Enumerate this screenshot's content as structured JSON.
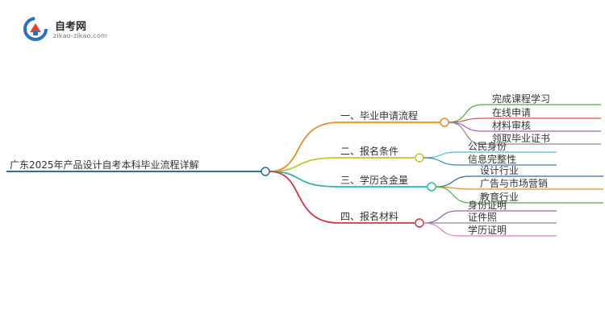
{
  "logo": {
    "name": "自考网",
    "url": "zikao-zikao.com"
  },
  "mindmap": {
    "root": "广东2025年产品设计自考本科毕业流程详解",
    "branches": [
      {
        "label": "一、毕业申请流程",
        "color": "#f08a24",
        "children": [
          {
            "label": "完成课程学习",
            "color": "#4caf3d"
          },
          {
            "label": "在线申请",
            "color": "#e04a4a"
          },
          {
            "label": "材料审核",
            "color": "#9a5fc4"
          },
          {
            "label": "领取毕业证书",
            "color": "#8a8a8a"
          }
        ]
      },
      {
        "label": "二、报名条件",
        "color": "#c7c52a",
        "children": [
          {
            "label": "公民身份",
            "color": "#3fc1d6"
          },
          {
            "label": "信息完整性",
            "color": "#3a7fc4"
          }
        ]
      },
      {
        "label": "三、学历含金量",
        "color": "#2fb7a8",
        "children": [
          {
            "label": "设计行业",
            "color": "#2a6fb8"
          },
          {
            "label": "广告与市场营销",
            "color": "#f08a24"
          },
          {
            "label": "教育行业",
            "color": "#4caf3d"
          }
        ]
      },
      {
        "label": "四、报名材料",
        "color": "#d0364a",
        "children": [
          {
            "label": "身份证明",
            "color": "#9a5fc4"
          },
          {
            "label": "证件照",
            "color": "#8a8a8a"
          },
          {
            "label": "学历证明",
            "color": "#e07ac8"
          }
        ]
      }
    ]
  },
  "colors": {
    "root": "#2e6f9e"
  }
}
